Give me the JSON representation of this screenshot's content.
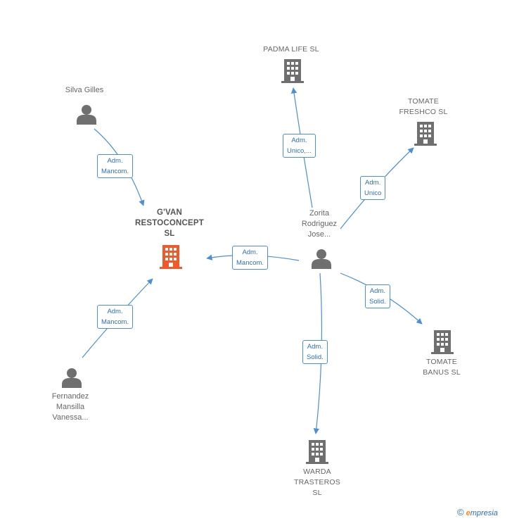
{
  "colors": {
    "edge": "#4a8fd8",
    "person_icon": "#6f6f6f",
    "company_icon": "#6f6f6f",
    "focus_company_icon": "#f05a28"
  },
  "nodes": {
    "gvan": {
      "type": "company",
      "focus": true,
      "lines": [
        "G'VAN",
        "RESTOCONCEPT",
        "SL"
      ]
    },
    "padma": {
      "type": "company",
      "lines": [
        "PADMA LIFE SL"
      ]
    },
    "freshco": {
      "type": "company",
      "lines": [
        "TOMATE",
        "FRESHCO  SL"
      ]
    },
    "banus": {
      "type": "company",
      "lines": [
        "TOMATE",
        "BANUS  SL"
      ]
    },
    "warda": {
      "type": "company",
      "lines": [
        "WARDA",
        "TRASTEROS",
        "SL"
      ]
    },
    "silva": {
      "type": "person",
      "lines": [
        "Silva Gilles"
      ]
    },
    "zorita": {
      "type": "person",
      "lines": [
        "Zorita",
        "Rodriguez",
        "Jose..."
      ]
    },
    "fernandez": {
      "type": "person",
      "lines": [
        "Fernandez",
        "Mansilla",
        "Vanessa..."
      ]
    }
  },
  "edges": [
    {
      "from": "silva",
      "to": "gvan",
      "label": [
        "Adm.",
        "Mancom."
      ]
    },
    {
      "from": "fernandez",
      "to": "gvan",
      "label": [
        "Adm.",
        "Mancom."
      ]
    },
    {
      "from": "zorita",
      "to": "gvan",
      "label": [
        "Adm.",
        "Mancom."
      ]
    },
    {
      "from": "zorita",
      "to": "padma",
      "label": [
        "Adm.",
        "Unico,..."
      ]
    },
    {
      "from": "zorita",
      "to": "freshco",
      "label": [
        "Adm.",
        "Unico"
      ]
    },
    {
      "from": "zorita",
      "to": "banus",
      "label": [
        "Adm.",
        "Solid."
      ]
    },
    {
      "from": "zorita",
      "to": "warda",
      "label": [
        "Adm.",
        "Solid."
      ]
    }
  ],
  "brand": {
    "symbol": "©",
    "initial": "e",
    "rest": "mpresia"
  }
}
